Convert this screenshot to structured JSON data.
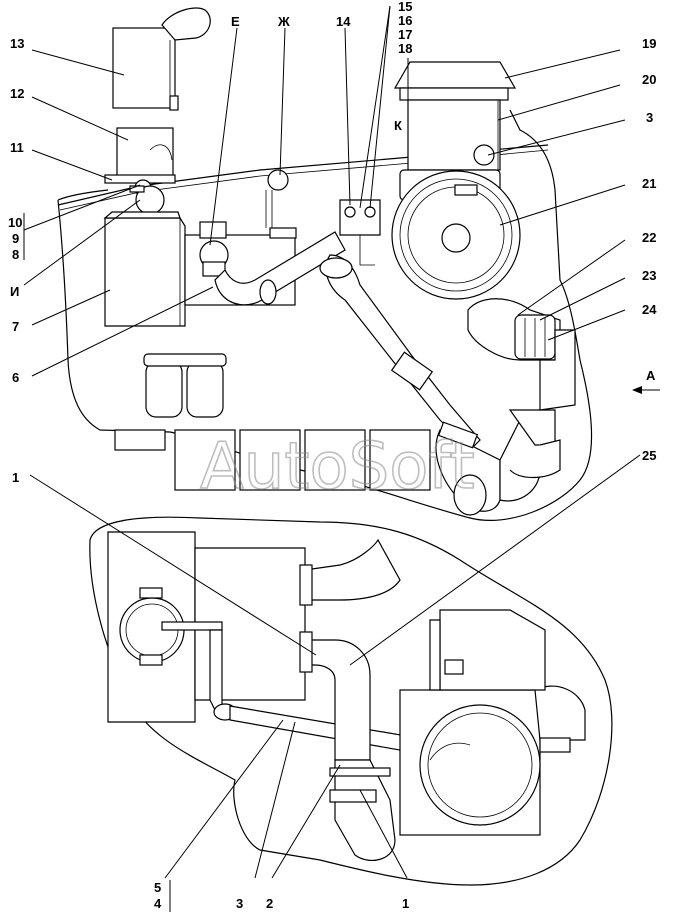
{
  "watermark": "AutoSoft",
  "callouts": [
    {
      "id": "c13",
      "text": "13"
    },
    {
      "id": "c12",
      "text": "12"
    },
    {
      "id": "c11",
      "text": "11"
    },
    {
      "id": "c10",
      "text": "10"
    },
    {
      "id": "c9",
      "text": "9"
    },
    {
      "id": "c8",
      "text": "8"
    },
    {
      "id": "cI",
      "text": "И"
    },
    {
      "id": "c7",
      "text": "7"
    },
    {
      "id": "c6",
      "text": "6"
    },
    {
      "id": "cE",
      "text": "Е"
    },
    {
      "id": "cZh",
      "text": "Ж"
    },
    {
      "id": "c14",
      "text": "14"
    },
    {
      "id": "c15",
      "text": "15"
    },
    {
      "id": "c16",
      "text": "16"
    },
    {
      "id": "c17",
      "text": "17"
    },
    {
      "id": "c18",
      "text": "18"
    },
    {
      "id": "cK",
      "text": "К"
    },
    {
      "id": "c19",
      "text": "19"
    },
    {
      "id": "c20",
      "text": "20"
    },
    {
      "id": "c3top",
      "text": "3"
    },
    {
      "id": "c21",
      "text": "21"
    },
    {
      "id": "c22",
      "text": "22"
    },
    {
      "id": "c23",
      "text": "23"
    },
    {
      "id": "c24",
      "text": "24"
    },
    {
      "id": "cA",
      "text": "А"
    },
    {
      "id": "c1left",
      "text": "1"
    },
    {
      "id": "c25",
      "text": "25"
    },
    {
      "id": "c5",
      "text": "5"
    },
    {
      "id": "c4",
      "text": "4"
    },
    {
      "id": "c3bot",
      "text": "3"
    },
    {
      "id": "c2",
      "text": "2"
    },
    {
      "id": "c1bot",
      "text": "1"
    }
  ]
}
